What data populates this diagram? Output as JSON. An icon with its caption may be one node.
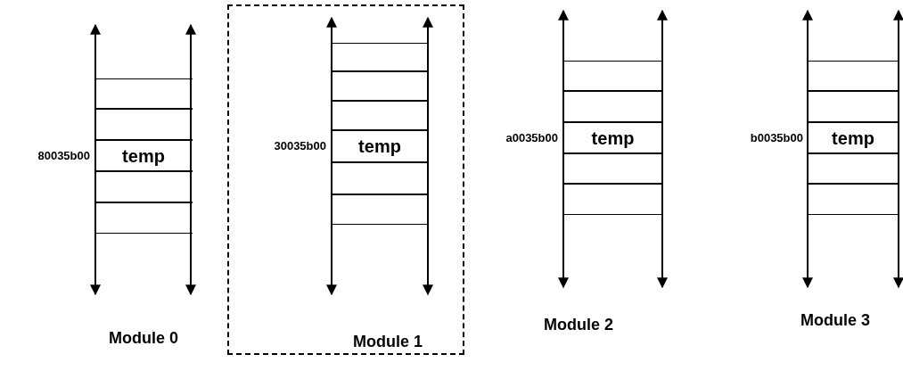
{
  "diagram": {
    "nodes": [
      {
        "text": [],
        "shape": "box"
      },
      {
        "text": [],
        "shape": "box"
      },
      {
        "text": [
          "temp"
        ],
        "beside": [
          "80035b00"
        ]
      },
      {
        "text": [],
        "shape": "box"
      },
      {
        "text": [],
        "shape": "box"
      },
      {
        "text": [
          "Module 1"
        ]
      },
      {
        "text": [],
        "shape": "box",
        "in": 5
      },
      {
        "text": [],
        "shape": "box",
        "in": 5
      },
      {
        "text": [],
        "shape": "box",
        "in": 5
      },
      {
        "text": [
          "temp"
        ],
        "beside": [
          "30035b00"
        ],
        "in": 5
      },
      {
        "text": [],
        "shape": "box",
        "in": 5
      },
      {
        "text": [],
        "shape": "box",
        "in": 5
      },
      {
        "text": [],
        "shape": "box"
      },
      {
        "text": [],
        "shape": "box"
      },
      {
        "text": [
          "temp"
        ],
        "beside": [
          "a0035b00"
        ]
      },
      {
        "text": [],
        "shape": "box"
      },
      {
        "text": [],
        "shape": "box"
      },
      {
        "text": [],
        "shape": "box"
      },
      {
        "text": [],
        "shape": "box"
      },
      {
        "text": [
          "temp"
        ],
        "beside": [
          "b0035b00"
        ]
      },
      {
        "text": [],
        "shape": "box"
      },
      {
        "text": [],
        "shape": "box"
      }
    ],
    "edges": [],
    "labels": [
      "Module 0",
      "Module 2",
      "Module 3"
    ]
  }
}
